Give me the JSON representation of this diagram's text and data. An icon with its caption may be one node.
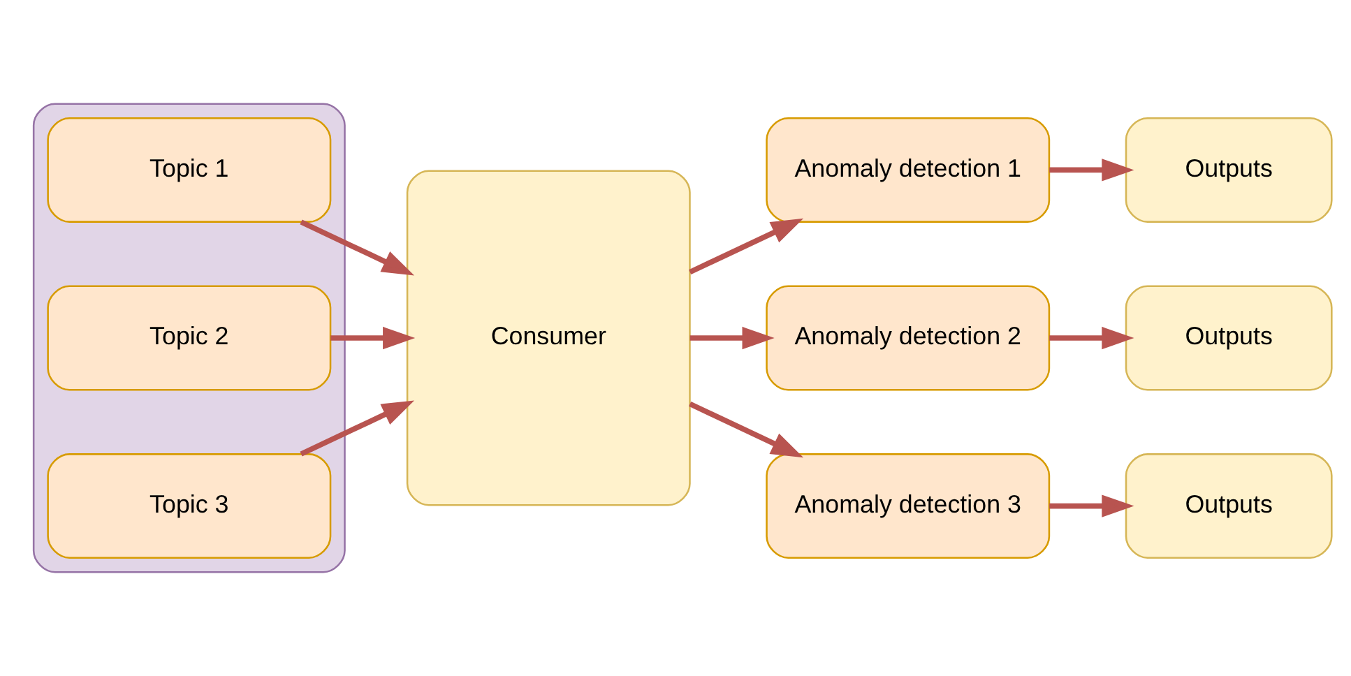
{
  "diagram": {
    "nodes": [
      {
        "text": [],
        "shape": "box"
      },
      {
        "text": [
          "Topic 1"
        ],
        "in": 0
      },
      {
        "text": [
          "Topic 2"
        ],
        "in": 0
      },
      {
        "text": [
          "Topic 3"
        ],
        "in": 0
      },
      {
        "text": [
          "Consumer"
        ]
      },
      {
        "text": [
          "Anomaly detection 1"
        ]
      },
      {
        "text": [
          "Anomaly detection 2"
        ]
      },
      {
        "text": [
          "Anomaly detection 3"
        ]
      },
      {
        "text": [
          "Outputs"
        ]
      },
      {
        "text": [
          "Outputs"
        ]
      },
      {
        "text": [
          "Outputs"
        ]
      }
    ],
    "edges": [
      {
        "from": 1,
        "to": 4,
        "arrow": "to"
      },
      {
        "from": 2,
        "to": 4,
        "arrow": "to"
      },
      {
        "from": 3,
        "to": 4,
        "arrow": "to"
      },
      {
        "from": 4,
        "to": 5,
        "arrow": "to"
      },
      {
        "from": 4,
        "to": 6,
        "arrow": "to"
      },
      {
        "from": 4,
        "to": 7,
        "arrow": "to"
      },
      {
        "from": 5,
        "to": 8,
        "arrow": "to"
      },
      {
        "from": 6,
        "to": 9,
        "arrow": "to"
      },
      {
        "from": 7,
        "to": 10,
        "arrow": "to"
      }
    ]
  }
}
